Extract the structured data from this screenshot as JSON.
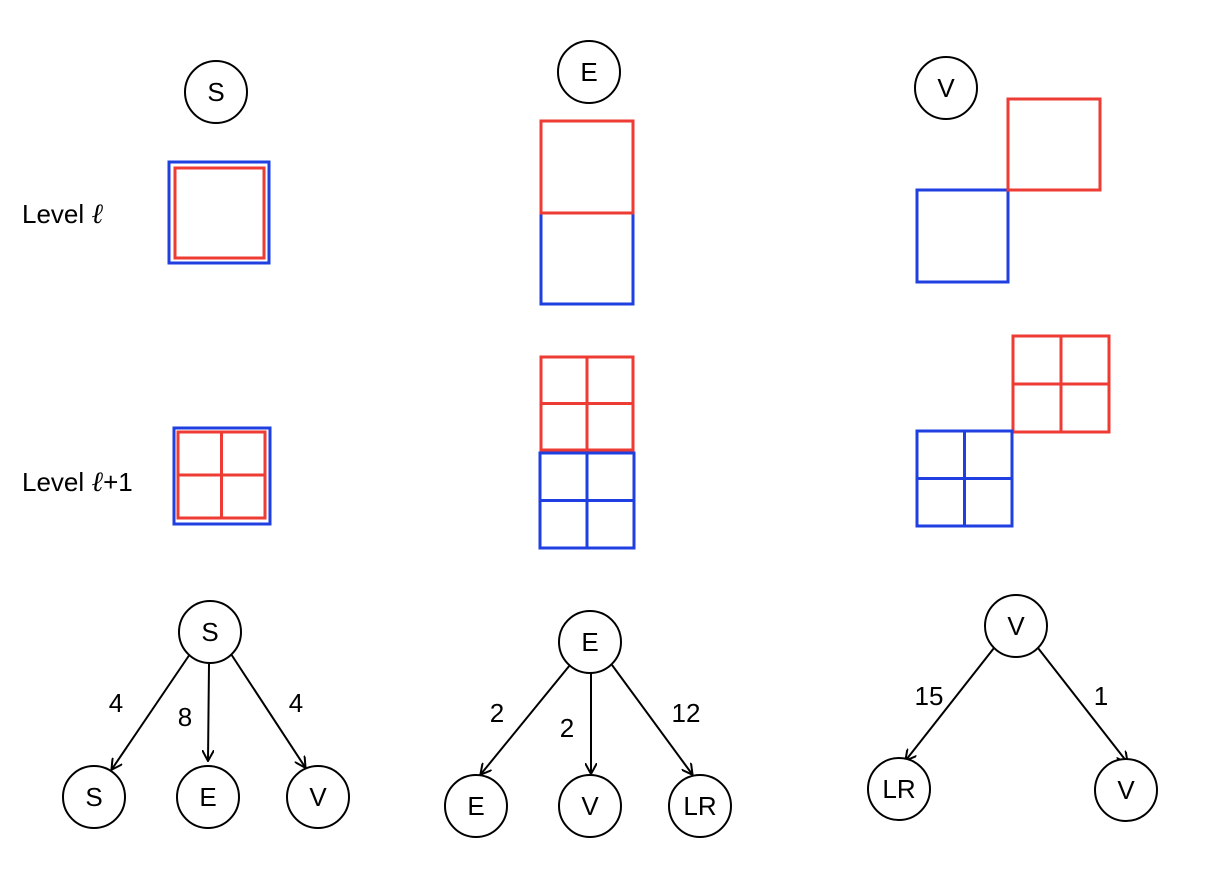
{
  "rows": {
    "level_l": {
      "prefix": "Level ",
      "var": "ℓ",
      "suffix": ""
    },
    "level_l1": {
      "prefix": "Level ",
      "var": "ℓ",
      "suffix": "+1"
    }
  },
  "columns": [
    {
      "header": "S"
    },
    {
      "header": "E"
    },
    {
      "header": "V"
    }
  ],
  "trees": [
    {
      "root": "S",
      "children": [
        {
          "label": "S",
          "weight": "4"
        },
        {
          "label": "E",
          "weight": "8"
        },
        {
          "label": "V",
          "weight": "4"
        }
      ]
    },
    {
      "root": "E",
      "children": [
        {
          "label": "E",
          "weight": "2"
        },
        {
          "label": "V",
          "weight": "2"
        },
        {
          "label": "LR",
          "weight": "12"
        }
      ]
    },
    {
      "root": "V",
      "children": [
        {
          "label": "LR",
          "weight": "15"
        },
        {
          "label": "V",
          "weight": "1"
        }
      ]
    }
  ],
  "colors": {
    "red": "#ee3b33",
    "blue": "#1f3fe0"
  }
}
